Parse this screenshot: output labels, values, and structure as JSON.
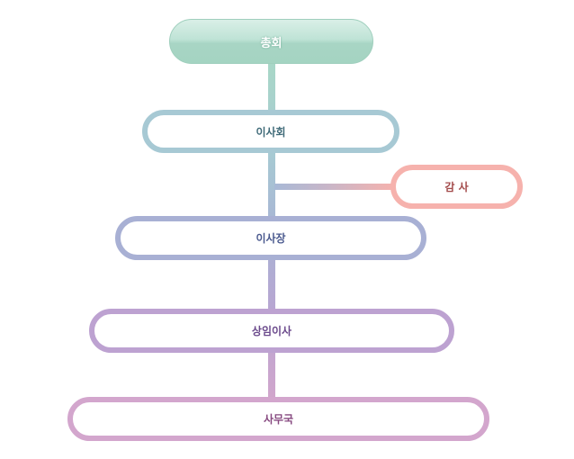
{
  "org_chart": {
    "general_assembly": "총회",
    "board": "이사회",
    "audit": "감 사",
    "chairman": "이사장",
    "executive_director": "상임이사",
    "secretariat": "사무국"
  },
  "colors": {
    "general_assembly": "#a8d5c4",
    "board": "#a7c9d4",
    "audit": "#f6b2ad",
    "chairman": "#a8b0d4",
    "executive_director": "#bda2d1",
    "secretariat": "#d3a6cd"
  }
}
